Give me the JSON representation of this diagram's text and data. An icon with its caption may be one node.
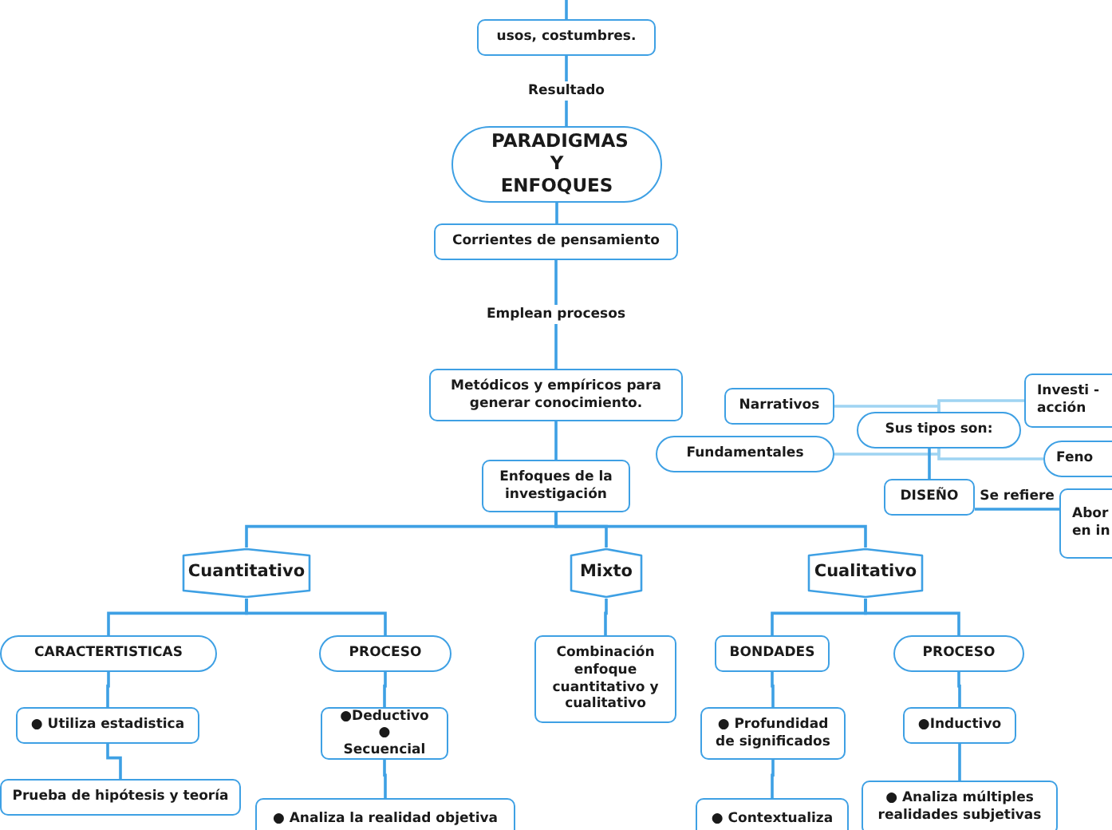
{
  "diagram": {
    "nodes": [
      {
        "text": [
          "usos, costumbres."
        ]
      },
      {
        "text": [
          "PARADIGMAS Y ENFOQUES"
        ]
      },
      {
        "text": [
          "Corrientes de pensamiento"
        ]
      },
      {
        "text": [
          "Metódicos y empíricos para generar conocimiento."
        ]
      },
      {
        "text": [
          "Enfoques de la investigación"
        ]
      },
      {
        "text": [
          "Cuantitativo"
        ]
      },
      {
        "text": [
          "Mixto"
        ]
      },
      {
        "text": [
          "Cualitativo"
        ]
      },
      {
        "text": [
          "Narrativos"
        ]
      },
      {
        "text": [
          "Sus tipos son:"
        ]
      },
      {
        "text": [
          "Investi - acción"
        ]
      },
      {
        "text": [
          "Fundamentales"
        ]
      },
      {
        "text": [
          "Feno"
        ]
      },
      {
        "text": [
          "DISEÑO"
        ]
      },
      {
        "text": [
          "Abor en in"
        ]
      },
      {
        "text": [
          "CARACTERTISTICAS"
        ]
      },
      {
        "text": [
          "PROCESO"
        ]
      },
      {
        "text": [
          "Combinación enfoque cuantitativo y cualitativo"
        ]
      },
      {
        "text": [
          "BONDADES"
        ]
      },
      {
        "text": [
          "PROCESO"
        ]
      },
      {
        "text": [
          "● Utiliza estadistica"
        ]
      },
      {
        "text": [
          "●Deductivo ● Secuencial"
        ]
      },
      {
        "text": [
          "● Profundidad de significados"
        ]
      },
      {
        "text": [
          "●Inductivo"
        ]
      },
      {
        "text": [
          "Prueba de hipótesis y teoría"
        ]
      },
      {
        "text": [
          "● Analiza la realidad objetiva"
        ]
      },
      {
        "text": [
          "● Contextualiza"
        ]
      },
      {
        "text": [
          "● Analiza múltiples realidades subjetivas"
        ]
      }
    ],
    "edges": [
      {
        "from": null,
        "to": 0,
        "arrow": "none"
      },
      {
        "from": 0,
        "to": 1,
        "arrow": "none",
        "label": "Resultado"
      },
      {
        "from": 1,
        "to": 2,
        "arrow": "none"
      },
      {
        "from": 2,
        "to": 3,
        "arrow": "none",
        "label": "Emplean procesos"
      },
      {
        "from": 3,
        "to": 4,
        "arrow": "none"
      },
      {
        "from": 4,
        "to": 5,
        "arrow": "none"
      },
      {
        "from": 4,
        "to": 6,
        "arrow": "none"
      },
      {
        "from": 4,
        "to": 7,
        "arrow": "none"
      },
      {
        "from": 9,
        "to": 8,
        "arrow": "none",
        "color": "#9fd4f2"
      },
      {
        "from": 9,
        "to": 10,
        "arrow": "none",
        "color": "#9fd4f2"
      },
      {
        "from": 9,
        "to": 11,
        "arrow": "none",
        "color": "#9fd4f2"
      },
      {
        "from": 9,
        "to": 12,
        "arrow": "none",
        "color": "#9fd4f2"
      },
      {
        "from": 9,
        "to": 13,
        "arrow": "none"
      },
      {
        "from": 13,
        "to": 14,
        "arrow": "none",
        "label": "Se refiere"
      },
      {
        "from": 5,
        "to": 15,
        "arrow": "none"
      },
      {
        "from": 5,
        "to": 16,
        "arrow": "none"
      },
      {
        "from": 6,
        "to": 17,
        "arrow": "none"
      },
      {
        "from": 7,
        "to": 18,
        "arrow": "none"
      },
      {
        "from": 7,
        "to": 19,
        "arrow": "none"
      },
      {
        "from": 15,
        "to": 20,
        "arrow": "none"
      },
      {
        "from": 20,
        "to": 24,
        "arrow": "none"
      },
      {
        "from": 16,
        "to": 21,
        "arrow": "none"
      },
      {
        "from": 21,
        "to": 25,
        "arrow": "none"
      },
      {
        "from": 18,
        "to": 22,
        "arrow": "none"
      },
      {
        "from": 22,
        "to": 26,
        "arrow": "none"
      },
      {
        "from": 19,
        "to": 23,
        "arrow": "none"
      },
      {
        "from": 23,
        "to": 27,
        "arrow": "none"
      }
    ]
  }
}
